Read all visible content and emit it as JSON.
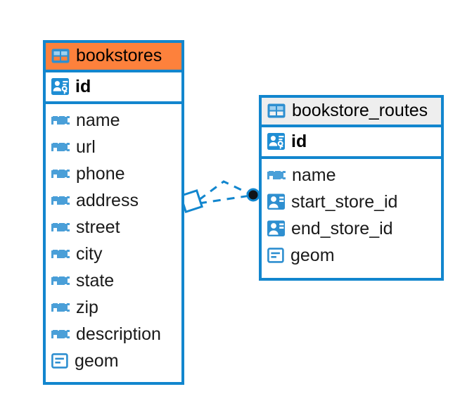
{
  "diagram": {
    "title": "database-er-diagram",
    "background": "#ffffff",
    "accent_color": "#1286ce",
    "highlight_color": "#fd813c",
    "header_plain_color": "#eeeeee"
  },
  "entities": [
    {
      "name": "bookstores",
      "header_icon": "table-icon",
      "header_style": "accent",
      "primary_key": {
        "label": "id",
        "icon": "primary-key-icon"
      },
      "fields": [
        {
          "label": "name",
          "icon": "text-abc-icon"
        },
        {
          "label": "url",
          "icon": "text-abc-icon"
        },
        {
          "label": "phone",
          "icon": "text-abc-icon"
        },
        {
          "label": "address",
          "icon": "text-abc-icon"
        },
        {
          "label": "street",
          "icon": "text-abc-icon"
        },
        {
          "label": "city",
          "icon": "text-abc-icon"
        },
        {
          "label": "state",
          "icon": "text-abc-icon"
        },
        {
          "label": "zip",
          "icon": "text-abc-icon"
        },
        {
          "label": "description",
          "icon": "text-abc-icon"
        },
        {
          "label": "geom",
          "icon": "geometry-icon"
        }
      ]
    },
    {
      "name": "bookstore_routes",
      "header_icon": "table-icon",
      "header_style": "plain",
      "primary_key": {
        "label": "id",
        "icon": "primary-key-icon"
      },
      "fields": [
        {
          "label": "name",
          "icon": "text-abc-icon"
        },
        {
          "label": "start_store_id",
          "icon": "foreign-key-icon"
        },
        {
          "label": "end_store_id",
          "icon": "foreign-key-icon"
        },
        {
          "label": "geom",
          "icon": "geometry-icon"
        }
      ]
    }
  ],
  "relationships": [
    {
      "from": "bookstores",
      "to": "bookstore_routes",
      "line_style": "dashed",
      "color": "#1286ce",
      "source_marker": "diamond-open-marker",
      "target_marker": "filled-circle-marker",
      "edge_count": 2
    }
  ]
}
